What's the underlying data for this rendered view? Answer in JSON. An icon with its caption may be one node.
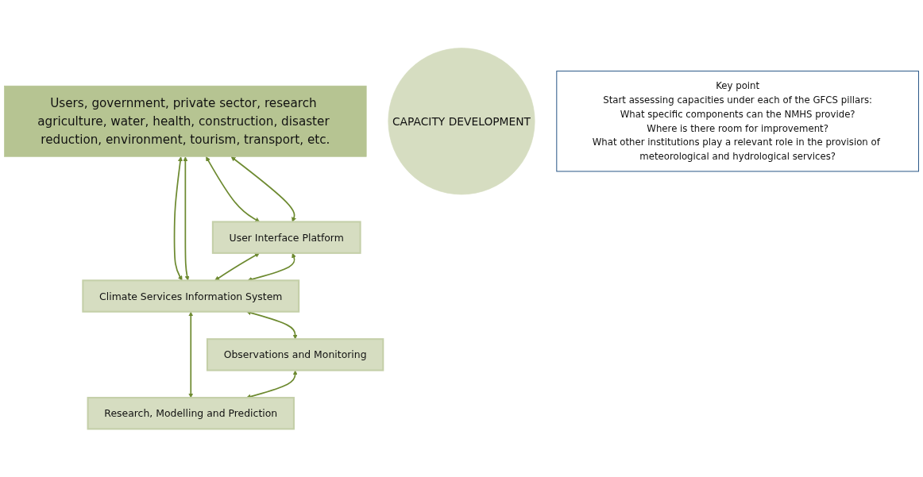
{
  "diagram": {
    "nodes": [
      {
        "text": [
          "Users, government, private sector, research agriculture, water, health, construction, disaster reduction, environment, tourism, transport, etc."
        ]
      },
      {
        "text": [
          "CAPACITY DEVELOPMENT"
        ]
      },
      {
        "text": [
          "User Interface Platform"
        ]
      },
      {
        "text": [
          "Climate Services Information System"
        ]
      },
      {
        "text": [
          "Observations and Monitoring"
        ]
      },
      {
        "text": [
          "Research, Modelling and Prediction"
        ]
      },
      {
        "text": [
          "Key point",
          "Start assessing capacities under each of the GFCS pillars:",
          "What specific components can the NMHS provide?",
          "Where is there room for improvement?",
          "What other institutions play a relevant role in the provision of meteorological and hydrological services?"
        ]
      }
    ],
    "edges": [
      {
        "from": 0,
        "to": 3,
        "arrow": "both"
      },
      {
        "from": 0,
        "to": 2,
        "arrow": "both"
      },
      {
        "from": 0,
        "to": 2,
        "arrow": "both"
      },
      {
        "from": 0,
        "to": 3,
        "arrow": "both"
      },
      {
        "from": 2,
        "to": 3,
        "arrow": "both"
      },
      {
        "from": 2,
        "to": 3,
        "arrow": "both"
      },
      {
        "from": 3,
        "to": 4,
        "arrow": "both"
      },
      {
        "from": 3,
        "to": 5,
        "arrow": "both"
      },
      {
        "from": 4,
        "to": 5,
        "arrow": "both"
      }
    ]
  }
}
